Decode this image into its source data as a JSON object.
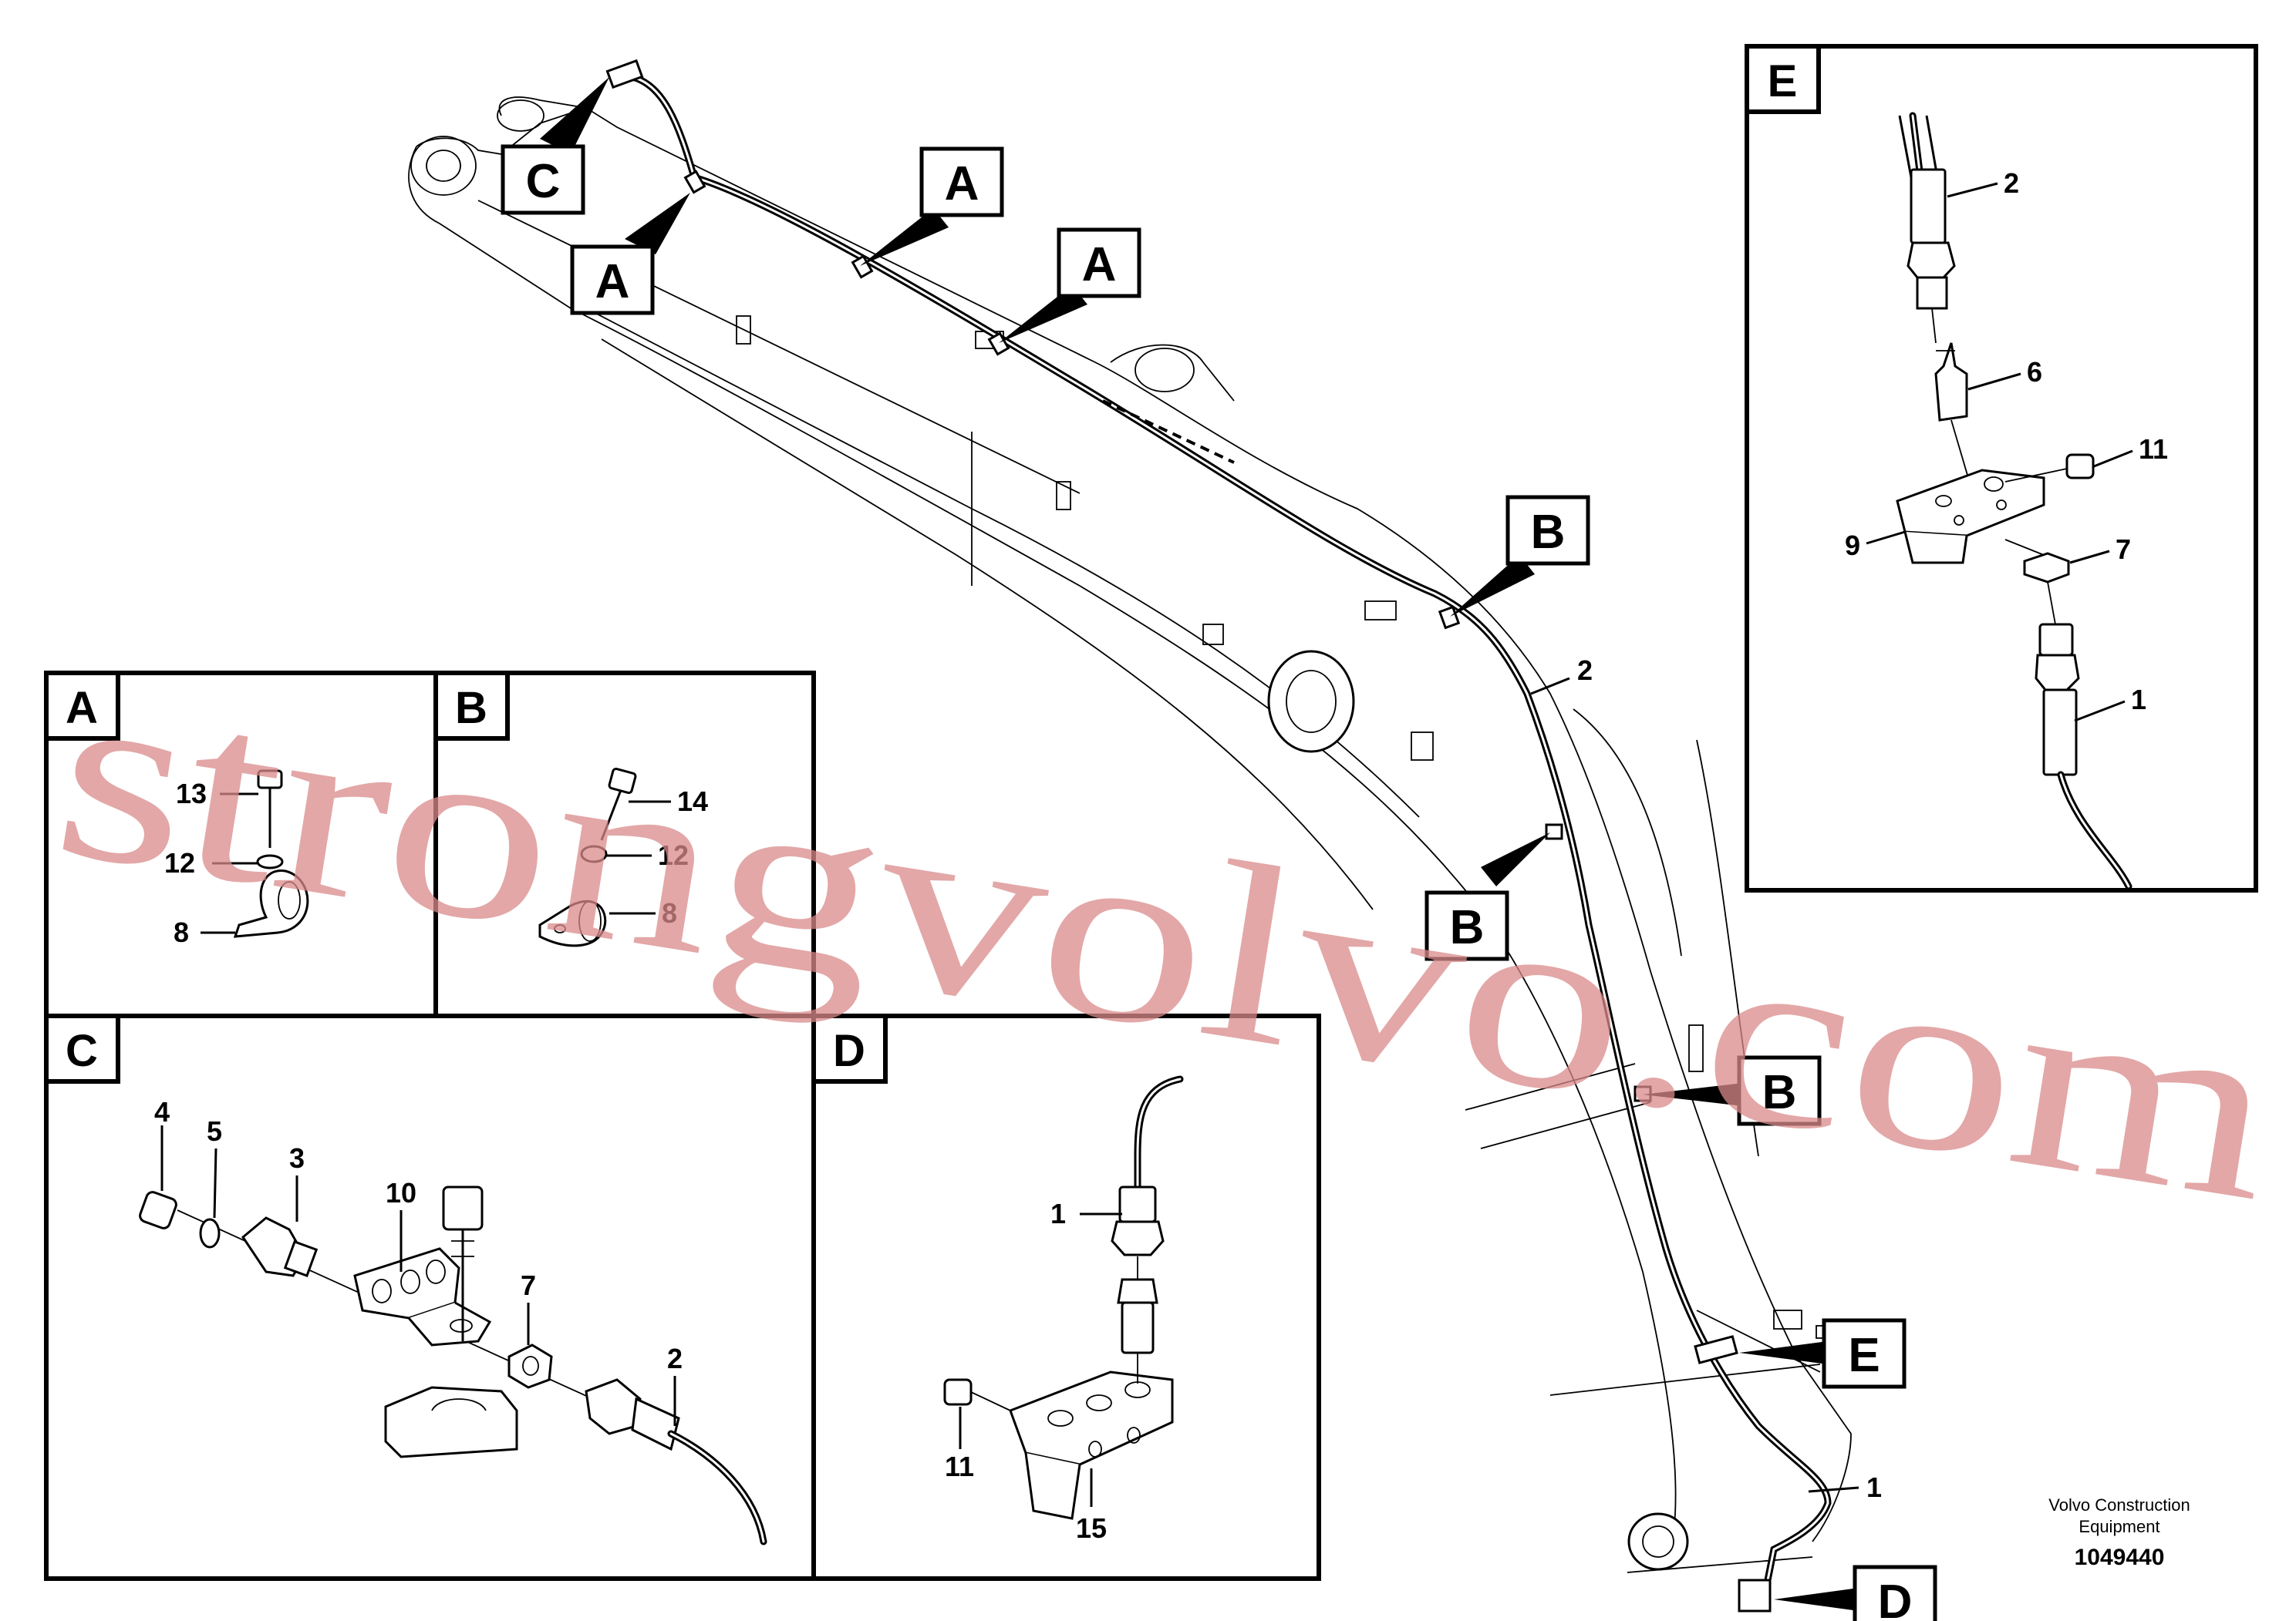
{
  "callouts": {
    "A": "A",
    "B": "B",
    "C": "C",
    "D": "D",
    "E": "E"
  },
  "part_numbers": {
    "p1": "1",
    "p2": "2",
    "p3": "3",
    "p4": "4",
    "p5": "5",
    "p6": "6",
    "p7": "7",
    "p8": "8",
    "p9": "9",
    "p10": "10",
    "p11": "11",
    "p12": "12",
    "p13": "13",
    "p14": "14",
    "p15": "15"
  },
  "watermark": "strongvolvo.com",
  "footer": {
    "maker_line1": "Volvo Construction",
    "maker_line2": "Equipment",
    "drawing_number": "1049440"
  }
}
